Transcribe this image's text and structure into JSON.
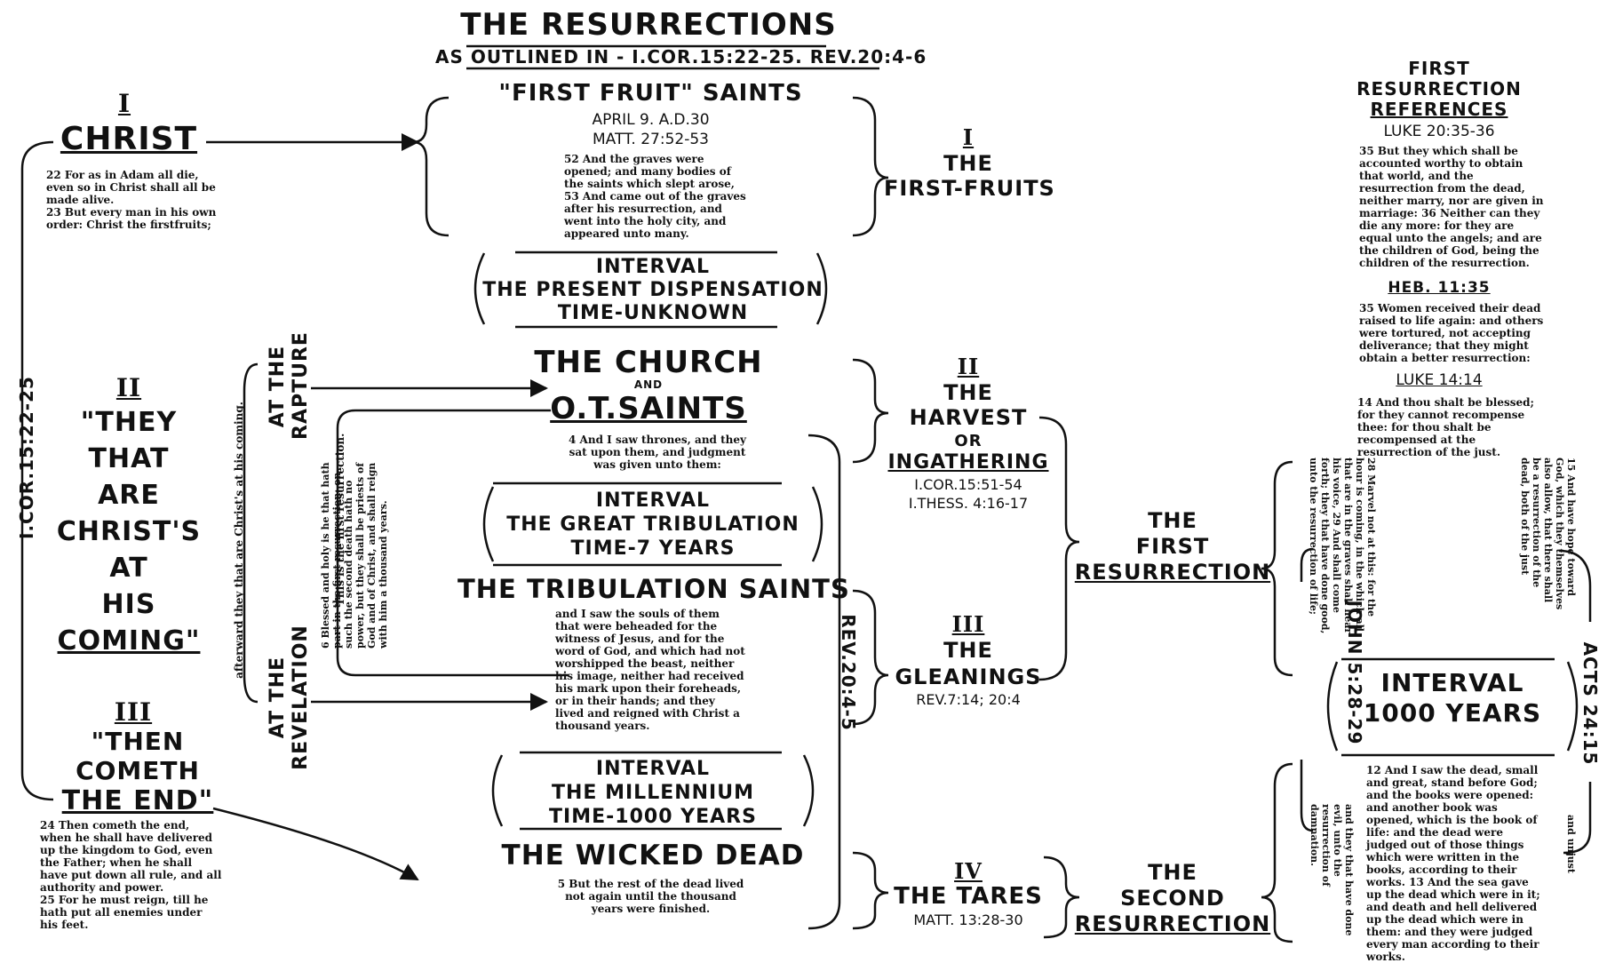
{
  "title": "THE RESURRECTIONS",
  "subtitle": "AS OUTLINED IN - I.COR.15:22-25. REV.20:4-6",
  "left": {
    "vertical_ref": "I.COR.15:22-25",
    "christ": {
      "numeral": "I",
      "heading": "CHRIST",
      "verse": "22 For as in Adam all die, even so in Christ shall all be made alive.\n23 But every man in his own order: Christ the firstfruits;"
    },
    "theirs": {
      "numeral": "II",
      "lines": [
        "\"THEY",
        "THAT",
        "ARE",
        "CHRIST'S",
        "AT",
        "HIS",
        "COMING\""
      ]
    },
    "end": {
      "numeral": "III",
      "line1": "\"THEN",
      "line2": "COMETH",
      "line3": "THE END\"",
      "verse": "24 Then cometh the end, when he shall have delivered up the kingdom to God, even the Father; when he shall have put down all rule, and all authority and power.\n25 For he must reign, till he hath put all enemies under his feet."
    },
    "afterward": "afterward they that are Christ's at his coming.",
    "at_rapture": "AT THE RAPTURE",
    "at_revelation": "AT THE REVELATION"
  },
  "center": {
    "first_fruit": {
      "heading": "\"FIRST FRUIT\" SAINTS",
      "date": "APRIL 9. A.D.30",
      "ref": "MATT. 27:52-53",
      "verse": "52 And the graves were opened; and many bodies of the saints which slept arose,\n53 And came out of the graves after his resurrection, and went into the holy city, and appeared unto many."
    },
    "interval1": [
      "INTERVAL",
      "THE PRESENT DISPENSATION",
      "TIME-UNKNOWN"
    ],
    "church": {
      "line1": "THE CHURCH",
      "and": "AND",
      "line2": "O.T.SAINTS",
      "verse": "4 And I saw thrones, and they sat upon them, and judgment was given unto them:"
    },
    "first_res_note": "This is the first resurrection.",
    "blessed_verse": "6 Blessed and holy is he that hath part in the first resurrection: on such the second death hath no power, but they shall be priests of God and of Christ, and shall reign with him a thousand years.",
    "interval2": [
      "INTERVAL",
      "THE GREAT TRIBULATION",
      "TIME-7 YEARS"
    ],
    "tribulation": {
      "heading": "THE TRIBULATION SAINTS",
      "verse": "and I saw the souls of them that were beheaded for the witness of Jesus, and for the word of God, and which had not worshipped the beast, neither his image, neither had received his mark upon their foreheads, or in their hands; and they lived and reigned with Christ a thousand years."
    },
    "rev_ref": "REV.20:4-5",
    "interval3": [
      "INTERVAL",
      "THE MILLENNIUM",
      "TIME-1000 YEARS"
    ],
    "wicked": {
      "heading": "THE WICKED DEAD",
      "verse": "5 But the rest of the dead lived not again until the thousand years were finished."
    }
  },
  "harvest_col": {
    "first_fruits": {
      "numeral": "I",
      "line1": "THE",
      "line2": "FIRST-FRUITS"
    },
    "harvest": {
      "numeral": "II",
      "line1": "THE",
      "line2": "HARVEST",
      "line3": "OR",
      "line4": "INGATHERING",
      "ref1": "I.COR.15:51-54",
      "ref2": "I.THESS. 4:16-17"
    },
    "gleanings": {
      "numeral": "III",
      "line1": "THE",
      "line2": "GLEANINGS",
      "ref": "REV.7:14; 20:4"
    },
    "tares": {
      "numeral": "IV",
      "line1": "THE TARES",
      "ref": "MATT. 13:28-30"
    }
  },
  "resurrections": {
    "first": [
      "THE",
      "FIRST",
      "RESURRECTION"
    ],
    "second": [
      "THE",
      "SECOND",
      "RESURRECTION"
    ]
  },
  "right": {
    "refs_title": [
      "FIRST",
      "RESURRECTION",
      "REFERENCES"
    ],
    "luke20": {
      "ref": "LUKE 20:35-36",
      "verse": "35 But they which shall be accounted worthy to obtain that world, and the resurrection from the dead, neither marry, nor are given in marriage:\n36 Neither can they die any more: for they are equal unto the angels; and are the children of God, being the children of the resurrection."
    },
    "heb11": {
      "ref": "HEB. 11:35",
      "verse": "35 Women received their dead raised to life again: and others were tortured, not accepting deliverance; that they might obtain a better resurrection:"
    },
    "luke14": {
      "ref": "LUKE 14:14",
      "verse": "14 And thou shalt be blessed; for they cannot recompense thee: for thou shalt be recompensed at the resurrection of the just."
    },
    "john_ref": "JOHN 5:28-29",
    "john_verse_a": "28 Marvel not at this: for the hour is coming, in the which all that are in the graves shall hear his voice,\n29 And shall come forth; they that have done good, unto the resurrection of life;",
    "john_verse_b": "and they that have done evil, unto the resurrection of damnation.",
    "acts_ref": "ACTS 24:15",
    "acts_verse_a": "15 And have hope toward God, which they themselves also allow, that there shall be a resurrection of the dead, both of the just",
    "acts_verse_b": "and unjust",
    "interval": [
      "INTERVAL",
      "1000 YEARS"
    ],
    "rev20_verse": "12 And I saw the dead, small and great, stand before God; and the books were opened: and another book was opened, which is the book of life: and the dead were judged out of those things which were written in the books, according to their works.\n13 And the sea gave up the dead which were in it; and death and hell delivered up the dead which were in them: and they were judged every man according to their works."
  }
}
